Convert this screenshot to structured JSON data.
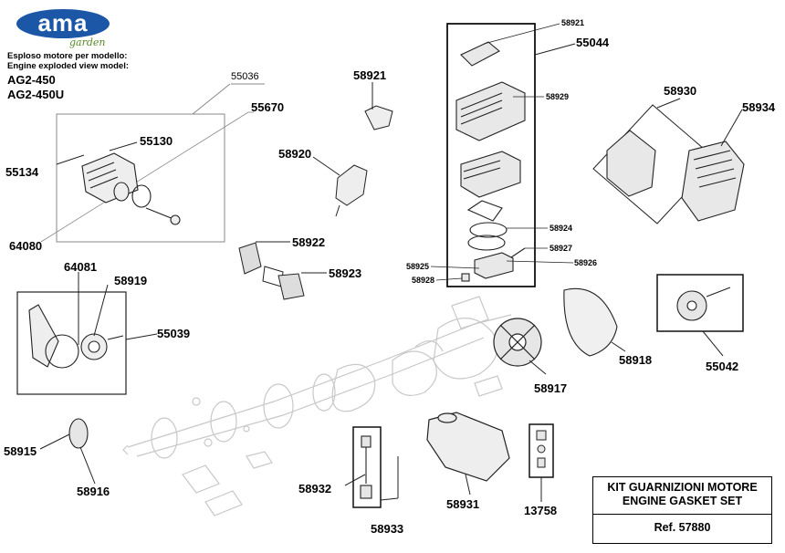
{
  "brand": {
    "name": "ama",
    "tagline": "garden",
    "color": "#1b57a6"
  },
  "header": {
    "line_it": "Esploso motore per modello:",
    "line_en": "Engine exploded view model:",
    "model1": "AG2-450",
    "model2": "AG2-450U"
  },
  "parts": {
    "p55036": "55036",
    "p55670": "55670",
    "p55130": "55130",
    "p55134": "55134",
    "p64080": "64080",
    "p58921a": "58921",
    "p58920": "58920",
    "p58922": "58922",
    "p58923": "58923",
    "p64081": "64081",
    "p58919": "58919",
    "p55039": "55039",
    "p58921b": "58921",
    "p55044": "55044",
    "p58929": "58929",
    "p58924": "58924",
    "p58927": "58927",
    "p58925": "58925",
    "p58926": "58926",
    "p58928": "58928",
    "p58930": "58930",
    "p58934": "58934",
    "p58918": "58918",
    "p55042": "55042",
    "p58917": "58917",
    "p58915": "58915",
    "p58916": "58916",
    "p58932": "58932",
    "p58933": "58933",
    "p58931": "58931",
    "p13758": "13758"
  },
  "kit": {
    "title_it": "KIT GUARNIZIONI MOTORE",
    "title_en": "ENGINE GASKET SET",
    "ref": "Ref. 57880"
  }
}
